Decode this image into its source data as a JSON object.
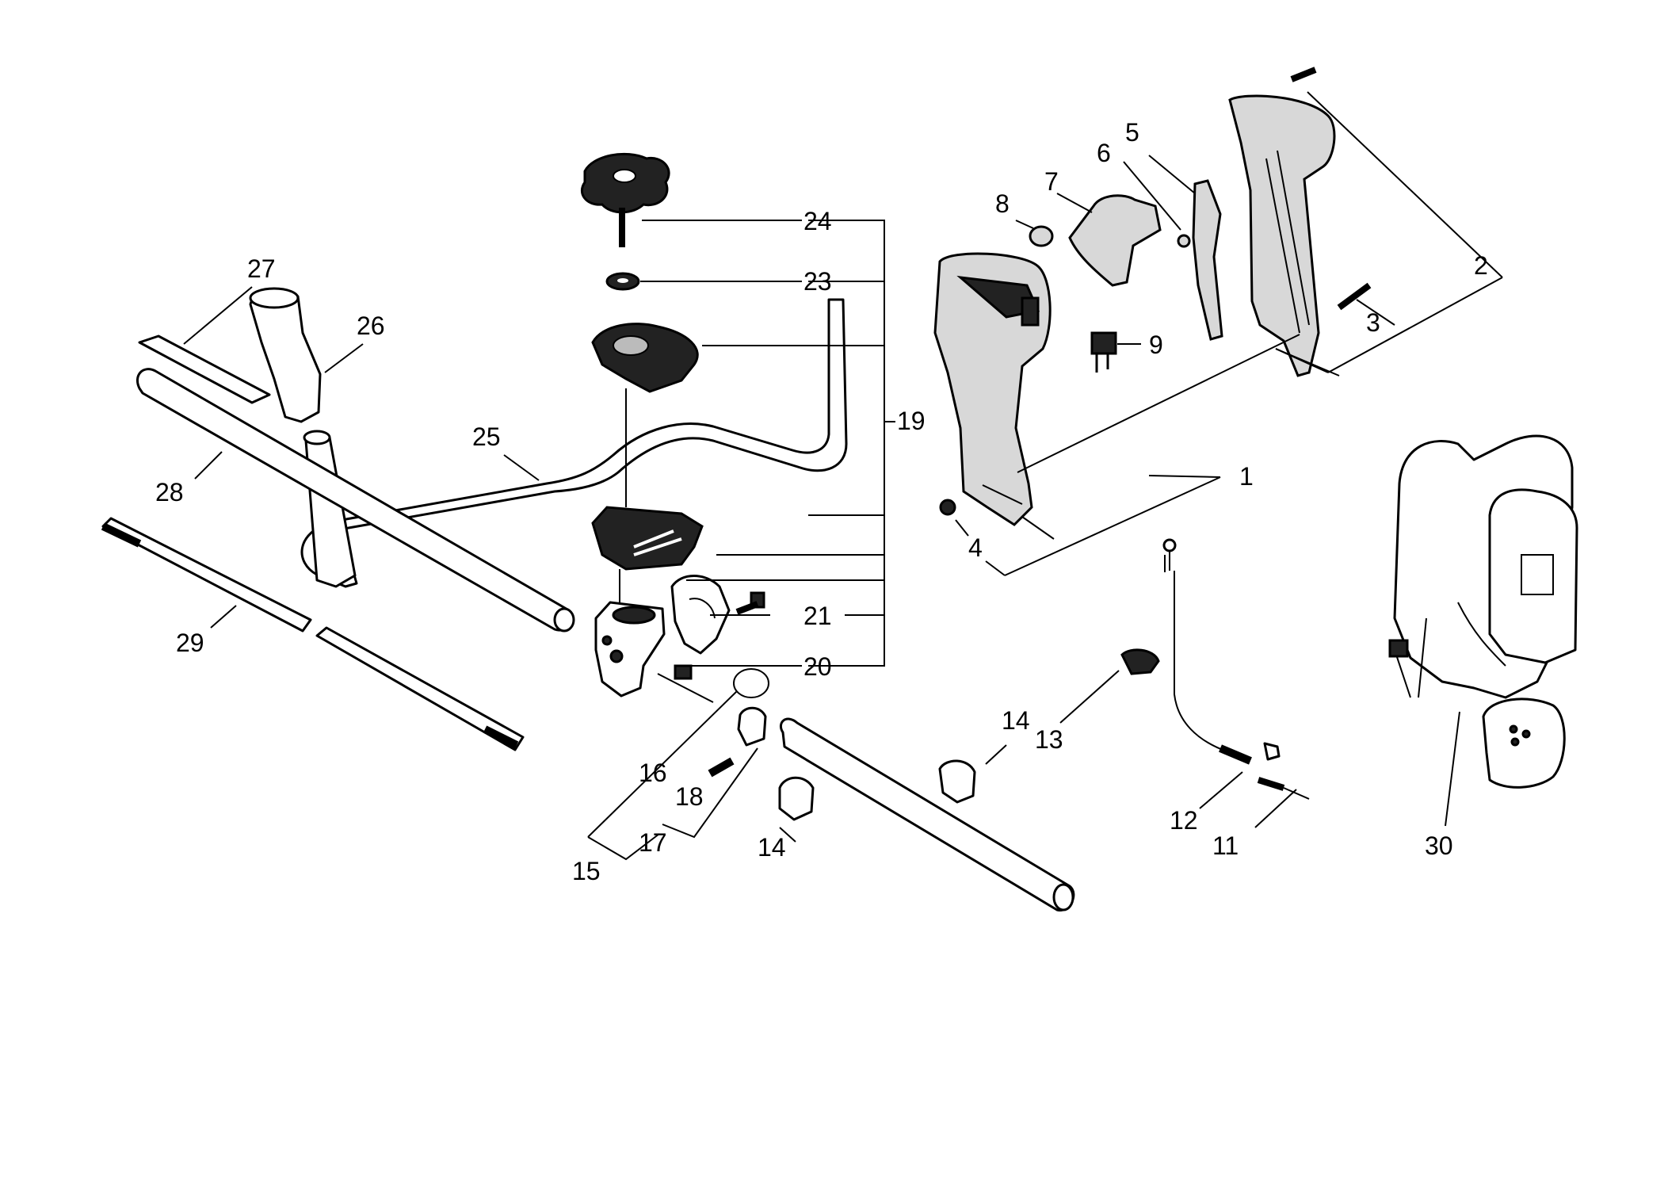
{
  "diagram": {
    "labels": {
      "p1": "1",
      "p2": "2",
      "p3": "3",
      "p4": "4",
      "p5": "5",
      "p6": "6",
      "p7": "7",
      "p8": "8",
      "p9": "9",
      "p11": "11",
      "p12": "12",
      "p13": "13",
      "p14a": "14",
      "p14b": "14",
      "p15": "15",
      "p16": "16",
      "p17": "17",
      "p18": "18",
      "p19": "19",
      "p20": "20",
      "p21": "21",
      "p23": "23",
      "p24": "24",
      "p25": "25",
      "p26": "26",
      "p27": "27",
      "p28": "28",
      "p29": "29",
      "p30": "30"
    }
  }
}
